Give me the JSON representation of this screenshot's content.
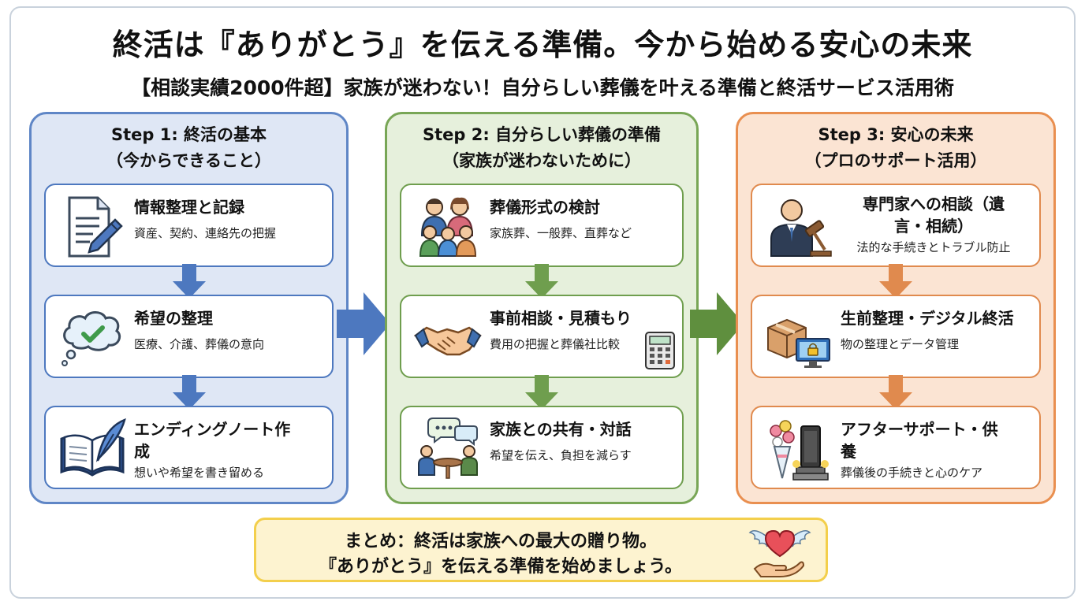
{
  "title": "終活は『ありがとう』を伝える準備。今から始める安心の未来",
  "subtitle": "【相談実績2000件超】家族が迷わない！自分らしい葬儀を叶える準備と終活サービス活用術",
  "steps": [
    {
      "heading_line1": "Step 1: 終活の基本",
      "heading_line2": "（今からできること）",
      "color": "#5f86c6",
      "cards": [
        {
          "title": "情報整理と記録",
          "desc": "資産、契約、連絡先の把握",
          "icon": "document-pen-icon"
        },
        {
          "title": "希望の整理",
          "desc": "医療、介護、葬儀の意向",
          "icon": "thought-bubble-check-icon"
        },
        {
          "title": "エンディングノート作成",
          "desc": "想いや希望を書き留める",
          "icon": "open-book-quill-icon"
        }
      ]
    },
    {
      "heading_line1": "Step 2: 自分らしい葬儀の準備",
      "heading_line2": "（家族が迷わないために）",
      "color": "#78a656",
      "cards": [
        {
          "title": "葬儀形式の検討",
          "desc": "家族葬、一般葬、直葬など",
          "icon": "family-icon"
        },
        {
          "title": "事前相談・見積もり",
          "desc": "費用の把握と葬儀社比較",
          "icon": "handshake-calculator-icon"
        },
        {
          "title": "家族との共有・対話",
          "desc": "希望を伝え、負担を減らす",
          "icon": "conversation-icon"
        }
      ]
    },
    {
      "heading_line1": "Step 3: 安心の未来",
      "heading_line2": "（プロのサポート活用）",
      "color": "#e98f50",
      "cards": [
        {
          "title": "専門家への相談（遺言・相続）",
          "desc": "法的な手続きとトラブル防止",
          "icon": "lawyer-gavel-icon"
        },
        {
          "title": "生前整理・デジタル終活",
          "desc": "物の整理とデータ管理",
          "icon": "box-computer-lock-icon"
        },
        {
          "title": "アフターサポート・供養",
          "desc": "葬儀後の手続きと心のケア",
          "icon": "flowers-gravestone-icon"
        }
      ]
    }
  ],
  "summary": {
    "line1": "まとめ：終活は家族への最大の贈り物。",
    "line2": "『ありがとう』を伝える準備を始めましょう。",
    "icon": "winged-heart-hand-icon"
  }
}
